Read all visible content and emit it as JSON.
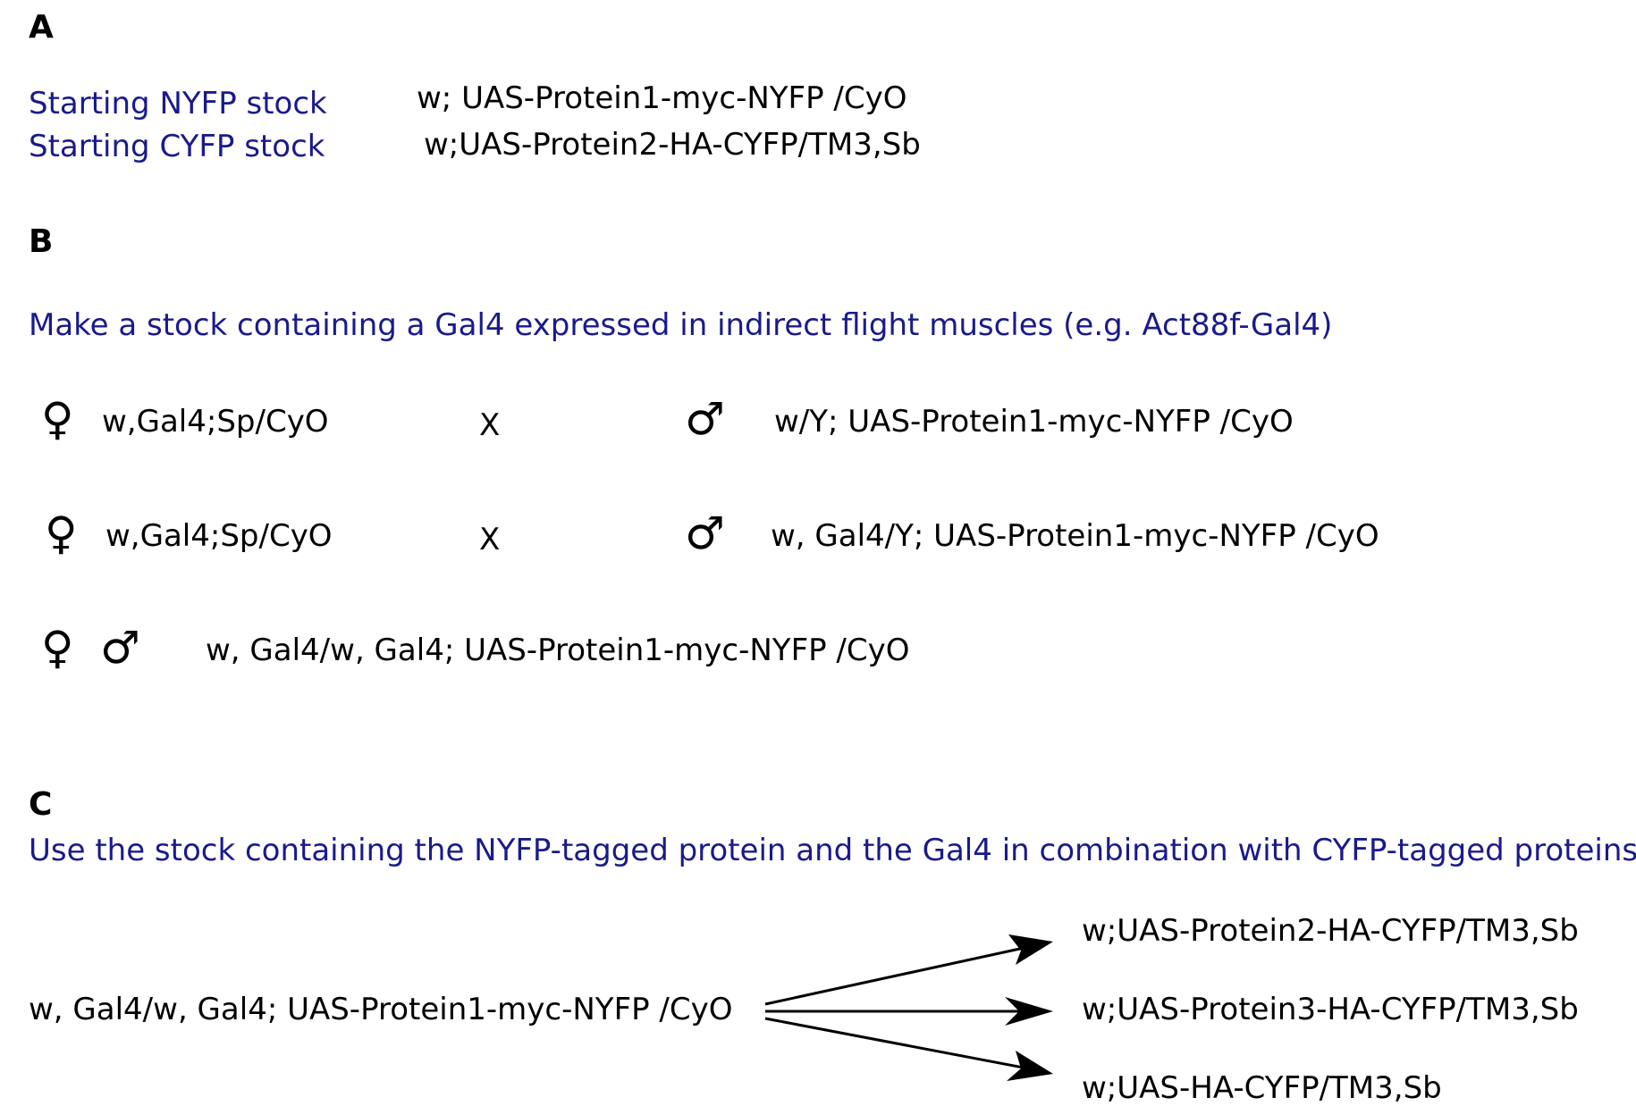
{
  "section_a": {
    "letter": "A",
    "nyfp_label": "Starting NYFP stock",
    "nyfp_genotype": "w; UAS-Protein1-myc-NYFP /CyO",
    "cyfp_label": "Starting CYFP stock",
    "cyfp_genotype": "w;UAS-Protein2-HA-CYFP/TM3,Sb"
  },
  "section_b": {
    "letter": "B",
    "description": "Make a stock containing a Gal4 expressed in indirect flight muscles (e.g. Act88f-Gal4)",
    "cross1": {
      "female_symbol": "♀",
      "female_genotype": "w,Gal4;Sp/CyO",
      "cross_symbol": "X",
      "male_symbol": "♂",
      "male_genotype": "w/Y; UAS-Protein1-myc-NYFP /CyO"
    },
    "cross2": {
      "female_symbol": "♀",
      "female_genotype": "w,Gal4;Sp/CyO",
      "cross_symbol": "X",
      "male_symbol": "♂",
      "male_genotype": "w, Gal4/Y; UAS-Protein1-myc-NYFP /CyO"
    },
    "result": {
      "female_symbol": "♀",
      "male_symbol": "♂",
      "genotype": "w, Gal4/w, Gal4; UAS-Protein1-myc-NYFP /CyO"
    }
  },
  "section_c": {
    "letter": "C",
    "description": "Use the stock containing the NYFP-tagged protein and the Gal4 in combination with CYFP-tagged proteins",
    "source_genotype": "w, Gal4/w, Gal4; UAS-Protein1-myc-NYFP /CyO",
    "targets": [
      "w;UAS-Protein2-HA-CYFP/TM3,Sb",
      "w;UAS-Protein3-HA-CYFP/TM3,Sb",
      "w;UAS-HA-CYFP/TM3,Sb"
    ]
  }
}
